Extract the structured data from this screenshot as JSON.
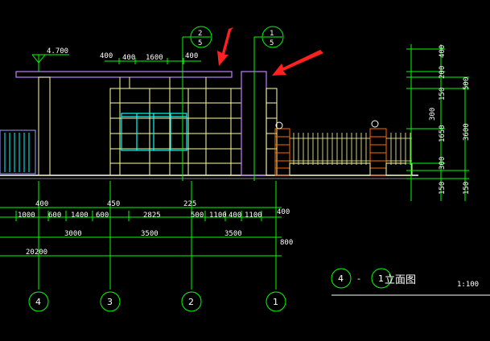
{
  "drawing": {
    "title_left": "4",
    "title_dash": "-",
    "title_right": "1",
    "title_text": "立面图",
    "scale": "1:100"
  },
  "elevation": {
    "roof_level": "4.700",
    "top_dims": [
      "400",
      "400",
      "1600",
      "400"
    ],
    "right_dims_a": [
      "400",
      "200",
      "150",
      "1650",
      "300",
      "150"
    ],
    "right_dims_b": [
      "500",
      "3600",
      "150"
    ],
    "right_dim_c": "300"
  },
  "bottom_dims": {
    "row1": [
      "400",
      "450",
      "225"
    ],
    "row2": [
      "1000",
      "600",
      "1400",
      "600",
      "2825",
      "500",
      "1100",
      "400",
      "1100",
      "400"
    ],
    "row3": [
      "3000",
      "3500",
      "3500"
    ],
    "row3_end": "800",
    "total": "20200"
  },
  "axes": {
    "bottom": [
      "4",
      "3",
      "2",
      "1"
    ],
    "top": [
      {
        "num": "2",
        "den": "5"
      },
      {
        "num": "1",
        "den": "5"
      }
    ]
  },
  "colors": {
    "background": "#000000",
    "dimension": "#00ff00",
    "wall": "#ffffa0",
    "canopy": "#c080ff",
    "glass": "#00ffff",
    "brick": "#ff6a00",
    "arrow": "#ff2020"
  }
}
